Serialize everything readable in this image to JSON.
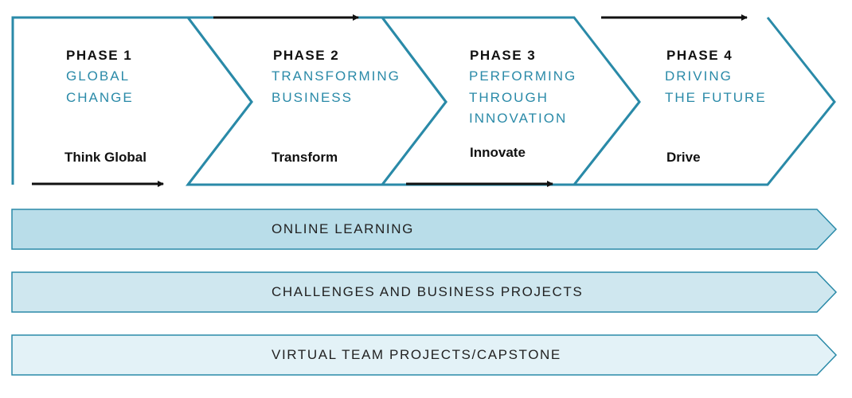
{
  "colors": {
    "outline": "#2a8aa8",
    "arrow": "#111111",
    "band_1_fill": "#b9dde9",
    "band_2_fill": "#cfe7ef",
    "band_3_fill": "#e3f2f7"
  },
  "phases": [
    {
      "title": "PHASE 1",
      "subtitle": [
        "GLOBAL",
        "CHANGE"
      ],
      "verb": "Think Global"
    },
    {
      "title": "PHASE 2",
      "subtitle": [
        "TRANSFORMING",
        "BUSINESS"
      ],
      "verb": "Transform"
    },
    {
      "title": "PHASE 3",
      "subtitle": [
        "PERFORMING",
        "THROUGH",
        "INNOVATION"
      ],
      "verb": "Innovate"
    },
    {
      "title": "PHASE 4",
      "subtitle": [
        "DRIVING",
        "THE FUTURE"
      ],
      "verb": "Drive"
    }
  ],
  "bands": [
    {
      "label": "ONLINE LEARNING"
    },
    {
      "label": "CHALLENGES AND BUSINESS PROJECTS"
    },
    {
      "label": "VIRTUAL TEAM PROJECTS/CAPSTONE"
    }
  ]
}
